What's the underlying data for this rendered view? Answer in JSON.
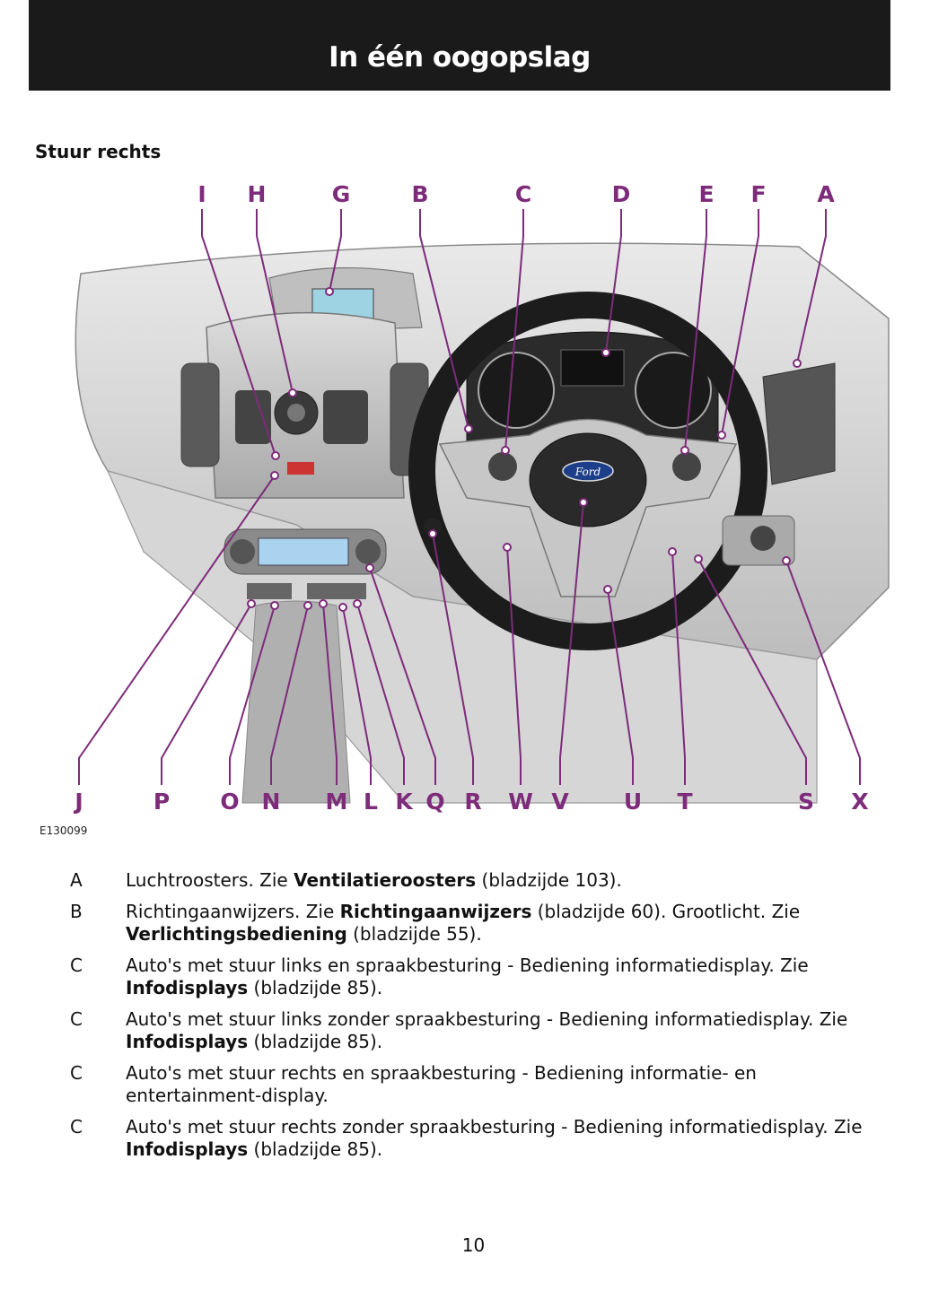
{
  "header": {
    "title": "In één oogopslag"
  },
  "section": {
    "title": "Stuur rechts"
  },
  "figure": {
    "code": "E130099",
    "top_labels": [
      "I",
      "H",
      "G",
      "B",
      "C",
      "D",
      "E",
      "F",
      "A"
    ],
    "bottom_labels": [
      "J",
      "P",
      "O",
      "N",
      "M",
      "L",
      "K",
      "Q",
      "R",
      "W",
      "V",
      "U",
      "T",
      "S",
      "X"
    ],
    "brand_badge": "Ford",
    "line_color": "#7d2b7a"
  },
  "items": [
    {
      "key": "A",
      "parts": [
        {
          "t": "Luchtroosters.  Zie "
        },
        {
          "t": "Ventilatieroosters",
          "b": true
        },
        {
          "t": " (bladzijde 103)."
        }
      ]
    },
    {
      "key": "B",
      "parts": [
        {
          "t": "Richtingaanwijzers.  Zie "
        },
        {
          "t": "Richtingaanwijzers",
          "b": true
        },
        {
          "t": " (bladzijde 60).  Grootlicht.  Zie "
        },
        {
          "t": "Verlichtingsbediening",
          "b": true
        },
        {
          "t": " (bladzijde 55)."
        }
      ]
    },
    {
      "key": "C",
      "parts": [
        {
          "t": "Auto's met stuur links en spraakbesturing - Bediening informatiedisplay.  Zie "
        },
        {
          "t": "Infodisplays",
          "b": true
        },
        {
          "t": " (bladzijde 85)."
        }
      ]
    },
    {
      "key": "C",
      "parts": [
        {
          "t": "Auto's met stuur links zonder spraakbesturing - Bediening informatiedisplay.  Zie "
        },
        {
          "t": "Infodisplays",
          "b": true
        },
        {
          "t": " (bladzijde 85)."
        }
      ]
    },
    {
      "key": "C",
      "parts": [
        {
          "t": "Auto's met stuur rechts en spraakbesturing - Bediening informatie- en entertainment-display."
        }
      ]
    },
    {
      "key": "C",
      "parts": [
        {
          "t": "Auto's met stuur rechts zonder spraakbesturing - Bediening informatiedisplay.  Zie "
        },
        {
          "t": "Infodisplays",
          "b": true
        },
        {
          "t": " (bladzijde 85)."
        }
      ]
    }
  ],
  "page": {
    "number": "10"
  }
}
